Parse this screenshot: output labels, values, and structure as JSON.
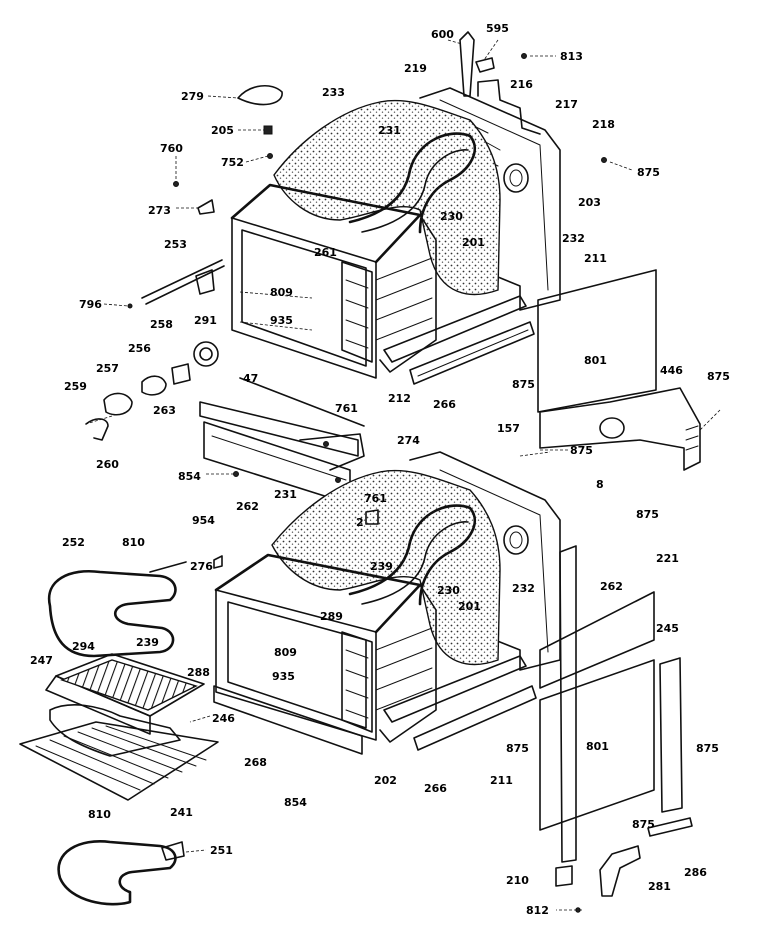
{
  "diagram": {
    "labels": [
      {
        "text": "600"
      },
      {
        "text": "595"
      },
      {
        "text": "813"
      },
      {
        "text": "219"
      },
      {
        "text": "216"
      },
      {
        "text": "217"
      },
      {
        "text": "218"
      },
      {
        "text": "875"
      },
      {
        "text": "203"
      },
      {
        "text": "279"
      },
      {
        "text": "233"
      },
      {
        "text": "205"
      },
      {
        "text": "231"
      },
      {
        "text": "752"
      },
      {
        "text": "760"
      },
      {
        "text": "273"
      },
      {
        "text": "230"
      },
      {
        "text": "201"
      },
      {
        "text": "232"
      },
      {
        "text": "253"
      },
      {
        "text": "261"
      },
      {
        "text": "211"
      },
      {
        "text": "796"
      },
      {
        "text": "291"
      },
      {
        "text": "809"
      },
      {
        "text": "935"
      },
      {
        "text": "258"
      },
      {
        "text": "801"
      },
      {
        "text": "256"
      },
      {
        "text": "257"
      },
      {
        "text": "446"
      },
      {
        "text": "875"
      },
      {
        "text": "875"
      },
      {
        "text": "212"
      },
      {
        "text": "47"
      },
      {
        "text": "259"
      },
      {
        "text": "266"
      },
      {
        "text": "263"
      },
      {
        "text": "761"
      },
      {
        "text": "157"
      },
      {
        "text": "274"
      },
      {
        "text": "875"
      },
      {
        "text": "260"
      },
      {
        "text": "854"
      },
      {
        "text": "8"
      },
      {
        "text": "262"
      },
      {
        "text": "761"
      },
      {
        "text": "231"
      },
      {
        "text": "954"
      },
      {
        "text": "2"
      },
      {
        "text": "875"
      },
      {
        "text": "252"
      },
      {
        "text": "810"
      },
      {
        "text": "276"
      },
      {
        "text": "221"
      },
      {
        "text": "262"
      },
      {
        "text": "239"
      },
      {
        "text": "230"
      },
      {
        "text": "232"
      },
      {
        "text": "289"
      },
      {
        "text": "201"
      },
      {
        "text": "245"
      },
      {
        "text": "294"
      },
      {
        "text": "239"
      },
      {
        "text": "288"
      },
      {
        "text": "809"
      },
      {
        "text": "247"
      },
      {
        "text": "935"
      },
      {
        "text": "801"
      },
      {
        "text": "246"
      },
      {
        "text": "875"
      },
      {
        "text": "875"
      },
      {
        "text": "268"
      },
      {
        "text": "202"
      },
      {
        "text": "211"
      },
      {
        "text": "854"
      },
      {
        "text": "266"
      },
      {
        "text": "241"
      },
      {
        "text": "875"
      },
      {
        "text": "810"
      },
      {
        "text": "251"
      },
      {
        "text": "286"
      },
      {
        "text": "210"
      },
      {
        "text": "281"
      },
      {
        "text": "812"
      }
    ]
  }
}
